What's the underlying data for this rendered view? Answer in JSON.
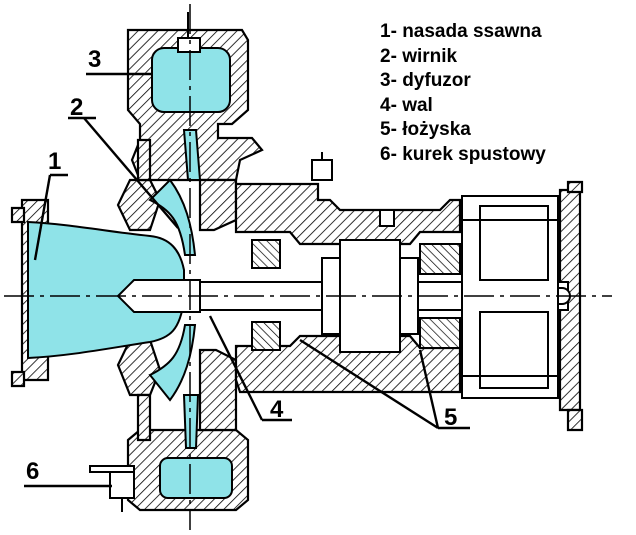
{
  "legend": [
    {
      "num": "1-",
      "text": "nasada ssawna"
    },
    {
      "num": "2-",
      "text": "wirnik"
    },
    {
      "num": "3-",
      "text": "dyfuzor"
    },
    {
      "num": "4-",
      "text": "wal"
    },
    {
      "num": "5-",
      "text": "łożyska"
    },
    {
      "num": "6-",
      "text": "kurek spustowy"
    }
  ],
  "callouts": {
    "c1": "1",
    "c2": "2",
    "c3": "3",
    "c4": "4",
    "c5": "5",
    "c6": "6"
  },
  "colors": {
    "fluid": "#8fe3e8",
    "line": "#000000",
    "hatch": "#000000",
    "background": "#ffffff"
  }
}
